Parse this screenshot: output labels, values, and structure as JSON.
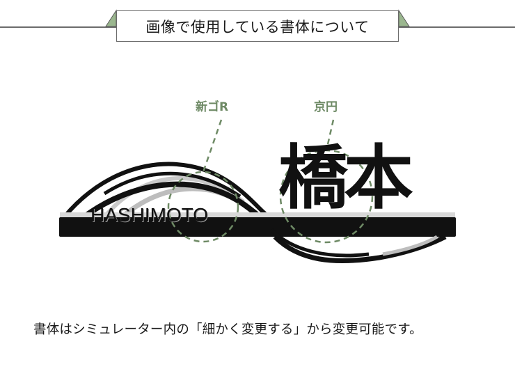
{
  "header": {
    "title": "画像で使用している書体について",
    "accent_color": "#9bb78f",
    "line_color": "#6b6b6b"
  },
  "product": {
    "roman_text": "HASHIMOTO",
    "kanji_text": "橋本"
  },
  "font_labels": [
    {
      "label": "新ゴR",
      "target": "roman_text"
    },
    {
      "label": "京円",
      "target": "kanji_text"
    }
  ],
  "label_color": "#6e8a65",
  "caption": "書体はシミュレーター内の「細かく変更する」から変更可能です。"
}
